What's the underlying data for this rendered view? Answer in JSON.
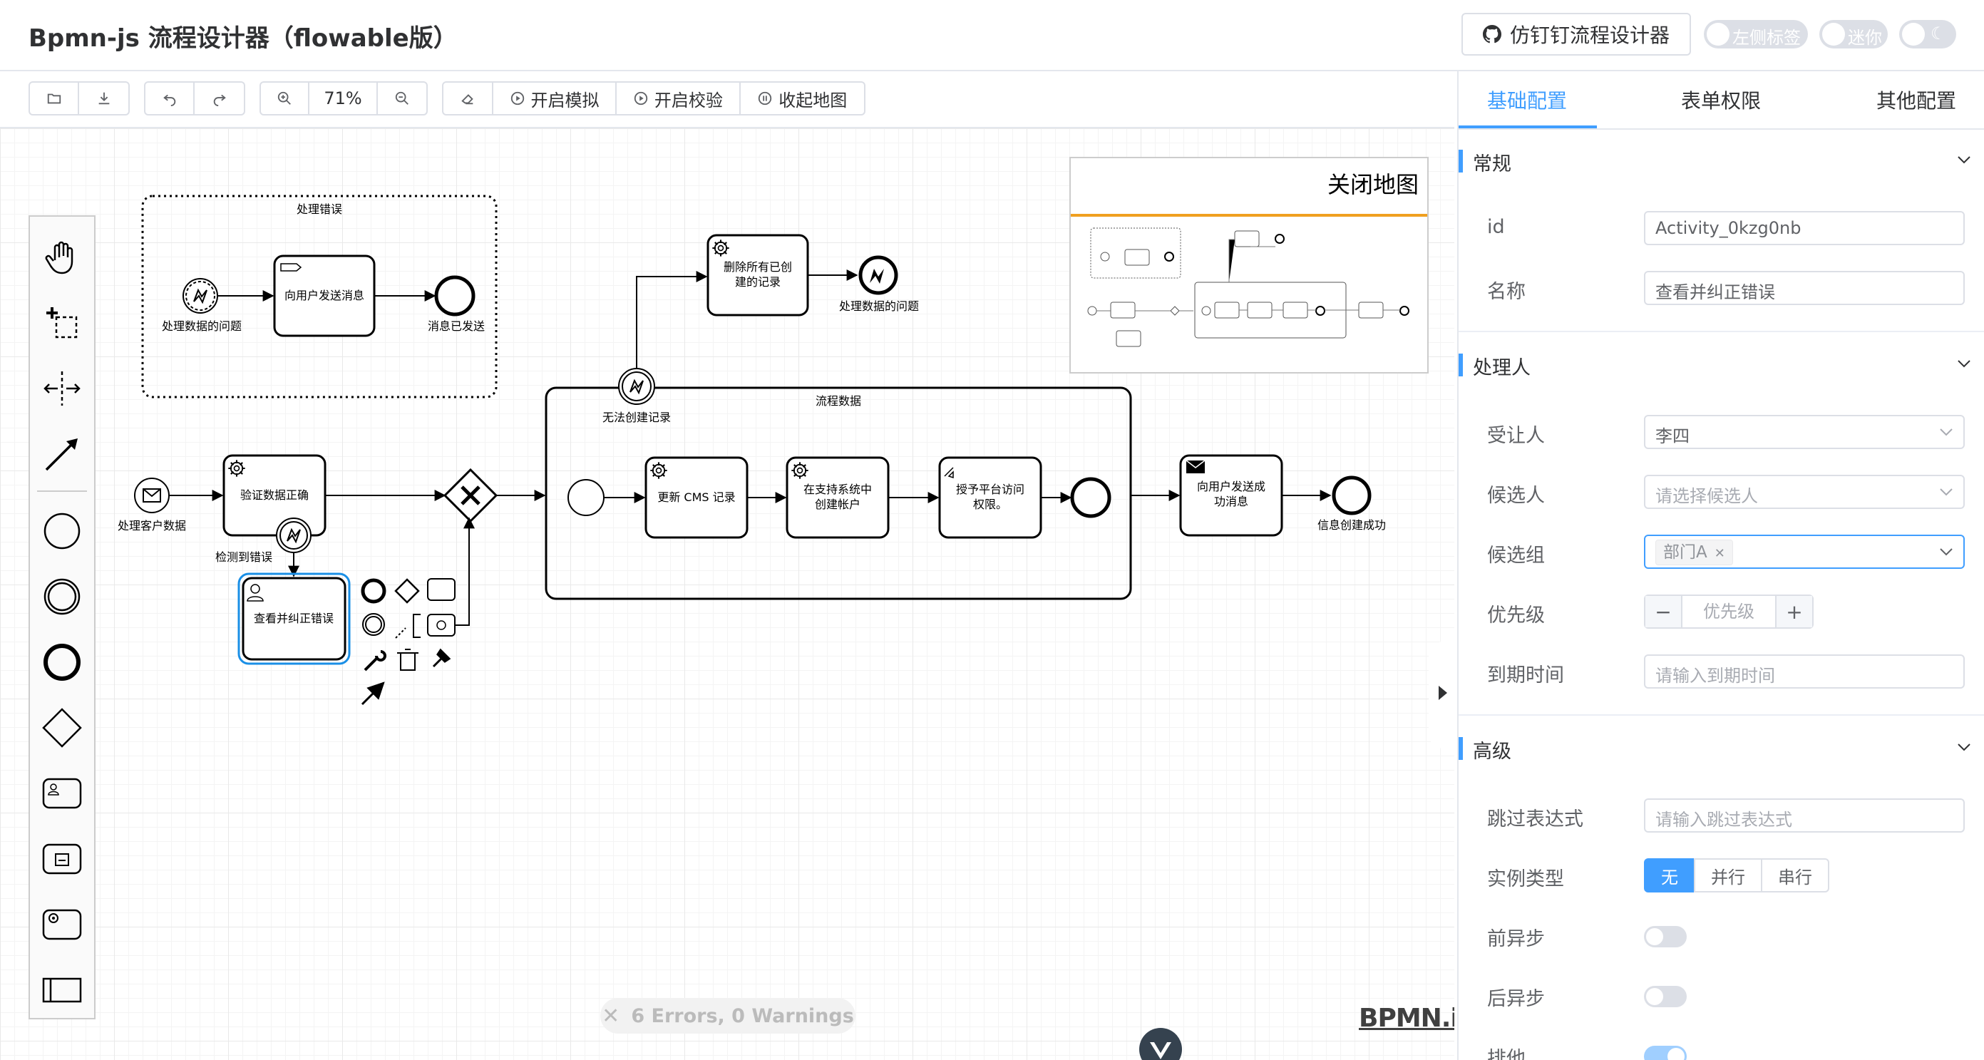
{
  "header": {
    "title": "Bpmn-js 流程设计器（flowable版）",
    "github_button": "仿钉钉流程设计器",
    "toggles": [
      {
        "label": "左侧标签",
        "on": false
      },
      {
        "label": "迷你",
        "on": false
      },
      {
        "label": "☾",
        "on": false
      }
    ]
  },
  "toolbar": {
    "open_icon": "folder-open-icon",
    "download_icon": "download-icon",
    "undo_icon": "undo-icon",
    "redo_icon": "redo-icon",
    "zoom_in_icon": "zoom-in-icon",
    "zoom_level": "71%",
    "zoom_out_icon": "zoom-out-icon",
    "eraser_icon": "eraser-icon",
    "simulate_label": "开启模拟",
    "validate_label": "开启校验",
    "minimap_label": "收起地图"
  },
  "diagram": {
    "sub_error": {
      "title": "处理错误",
      "start_label": "处理数据的问题",
      "task": "向用户发送消息",
      "end_label": "消息已发送"
    },
    "start_label": "处理客户数据",
    "task_validate": "验证数据正确",
    "boundary_detect": "检测到错误",
    "task_review": "查看并纠正错误",
    "task_delete": "删除所有已创建的记录",
    "end_problem": "处理数据的问题",
    "boundary_cannot": "无法创建记录",
    "sub_process": {
      "title": "流程数据",
      "task_cms": "更新 CMS 记录",
      "task_account": "在支持系统中创建帐户",
      "task_grant": "授予平台访问权限。"
    },
    "task_notify": "向用户发送成功消息",
    "end_success": "信息创建成功"
  },
  "minimap": {
    "close_label": "关闭地图"
  },
  "lint": {
    "text": "6 Errors, 0 Warnings"
  },
  "logo": "BPMN.io",
  "panel": {
    "tabs": [
      "基础配置",
      "表单权限",
      "其他配置"
    ],
    "sections": {
      "general": {
        "title": "常规",
        "id_label": "id",
        "id_value": "Activity_0kzg0nb",
        "name_label": "名称",
        "name_value": "查看并纠正错误"
      },
      "assignee": {
        "title": "处理人",
        "assignee_label": "受让人",
        "assignee_value": "李四",
        "candidate_users_label": "候选人",
        "candidate_users_placeholder": "请选择候选人",
        "candidate_groups_label": "候选组",
        "candidate_groups_tag": "部门A",
        "priority_label": "优先级",
        "priority_placeholder": "优先级",
        "due_label": "到期时间",
        "due_placeholder": "请输入到期时间"
      },
      "advanced": {
        "title": "高级",
        "skip_label": "跳过表达式",
        "skip_placeholder": "请输入跳过表达式",
        "instance_label": "实例类型",
        "instance_options": [
          "无",
          "并行",
          "串行"
        ],
        "instance_selected": "无",
        "async_before_label": "前异步",
        "async_before_on": false,
        "async_after_label": "后异步",
        "async_after_on": false,
        "exclusive_label": "排他",
        "exclusive_on": true
      }
    }
  },
  "colors": {
    "accent": "#409eff",
    "minimap_border": "#f0a020",
    "selection": "#1a8fe6"
  }
}
